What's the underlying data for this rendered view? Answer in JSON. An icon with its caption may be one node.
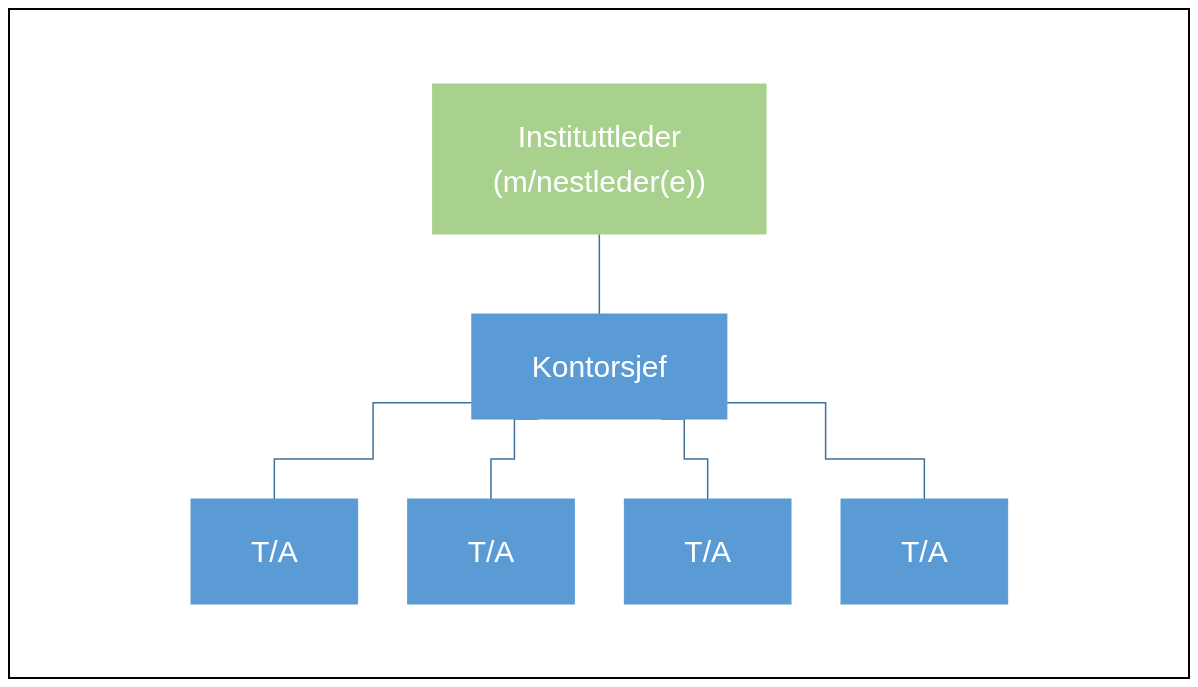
{
  "diagram": {
    "nodes": [
      {
        "text": [
          "Instituttleder",
          "(m/nestleder(e))"
        ]
      },
      {
        "text": [
          "Kontorsjef"
        ]
      },
      {
        "text": [
          "T/A"
        ]
      },
      {
        "text": [
          "T/A"
        ]
      },
      {
        "text": [
          "T/A"
        ]
      },
      {
        "text": [
          "T/A"
        ]
      }
    ],
    "edges": [
      {
        "from": 0,
        "to": 1,
        "arrow": "none"
      },
      {
        "from": 1,
        "to": 2,
        "arrow": "none"
      },
      {
        "from": 1,
        "to": 3,
        "arrow": "none"
      },
      {
        "from": 1,
        "to": 4,
        "arrow": "none"
      },
      {
        "from": 1,
        "to": 5,
        "arrow": "none"
      }
    ]
  }
}
